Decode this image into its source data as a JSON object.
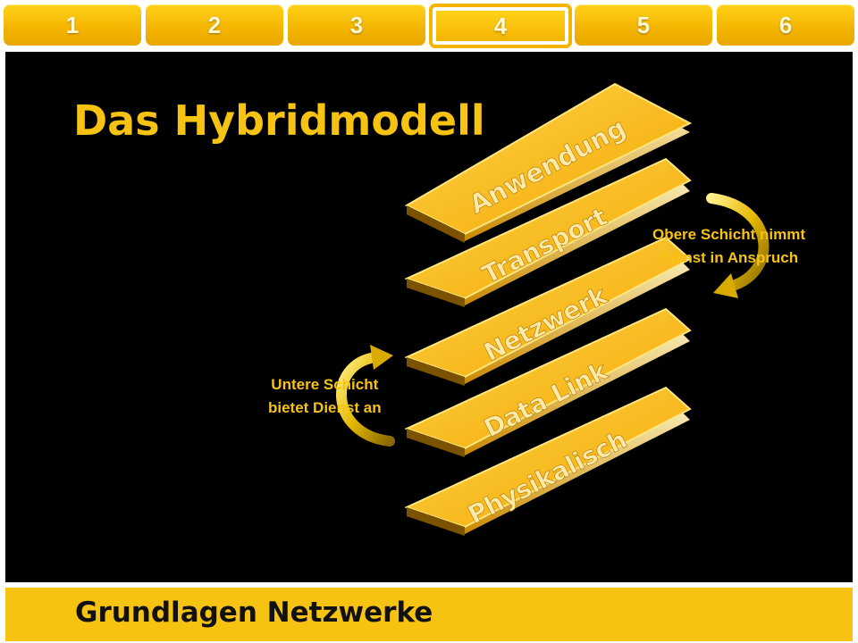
{
  "tabs": [
    {
      "label": "1"
    },
    {
      "label": "2"
    },
    {
      "label": "3"
    },
    {
      "label": "4",
      "active": true
    },
    {
      "label": "5"
    },
    {
      "label": "6"
    }
  ],
  "slide": {
    "title": "Das Hybridmodell",
    "layers": [
      {
        "label": "Anwendung"
      },
      {
        "label": "Transport"
      },
      {
        "label": "Netzwerk"
      },
      {
        "label": "Data Link"
      },
      {
        "label": "Physikalisch"
      }
    ],
    "right_caption": {
      "line1": "Obere Schicht nimmt",
      "line2": "Dienst in Anspruch"
    },
    "left_caption": {
      "line1": "Untere Schicht",
      "line2": "bietet Dienst an"
    }
  },
  "footer": {
    "title": "Grundlagen Netzwerke"
  },
  "colors": {
    "accent": "#f6c313",
    "background": "#000000",
    "page": "#ffffff"
  }
}
